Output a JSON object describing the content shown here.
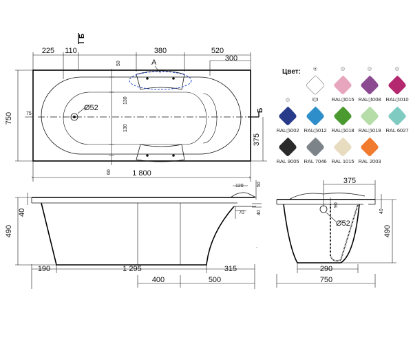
{
  "legend": {
    "title": "Цвет:",
    "swatches": [
      {
        "label": "00",
        "color": "#ffffff",
        "selected": true
      },
      {
        "label": "RAL 3015",
        "color": "#e7a6bd"
      },
      {
        "label": "RAL 4008",
        "color": "#8c4a91"
      },
      {
        "label": "RAL 4010",
        "color": "#b3286f"
      },
      {
        "label": "RAL 5002",
        "color": "#283a8a"
      },
      {
        "label": "RAL 5012",
        "color": "#2e8ec9"
      },
      {
        "label": "RAL 6018",
        "color": "#4a9a30"
      },
      {
        "label": "RAL 6019",
        "color": "#b6dca8"
      },
      {
        "label": "RAL 6027",
        "color": "#7fcbc2"
      },
      {
        "label": "RAL 9005",
        "color": "#2a2a2a"
      },
      {
        "label": "RAL 7046",
        "color": "#7d8489"
      },
      {
        "label": "RAL 1015",
        "color": "#e8dcc0"
      },
      {
        "label": "RAL 2003",
        "color": "#f07a2e"
      }
    ]
  },
  "plan": {
    "d225": "225",
    "d110": "110",
    "d380": "380",
    "d520": "520",
    "d300": "300",
    "d750": "750",
    "d375": "375",
    "d1800": "1 800",
    "d52": "Ø52",
    "d130a": "130",
    "d130b": "130",
    "d50": "50",
    "d60": "60",
    "d75": "75",
    "mark_a": "A",
    "section_top": "Б",
    "section_side": "Б"
  },
  "side": {
    "d40": "40",
    "d490": "490",
    "d120": "120",
    "d50": "50",
    "d70": "70",
    "d40b": "40",
    "d190": "190",
    "d1295": "1 295",
    "d315": "315",
    "d400": "400",
    "d500": "500"
  },
  "end": {
    "d375": "375",
    "d90": "90",
    "d52": "Ø52",
    "d40": "40",
    "d490": "490",
    "d290": "290",
    "d750": "750"
  }
}
